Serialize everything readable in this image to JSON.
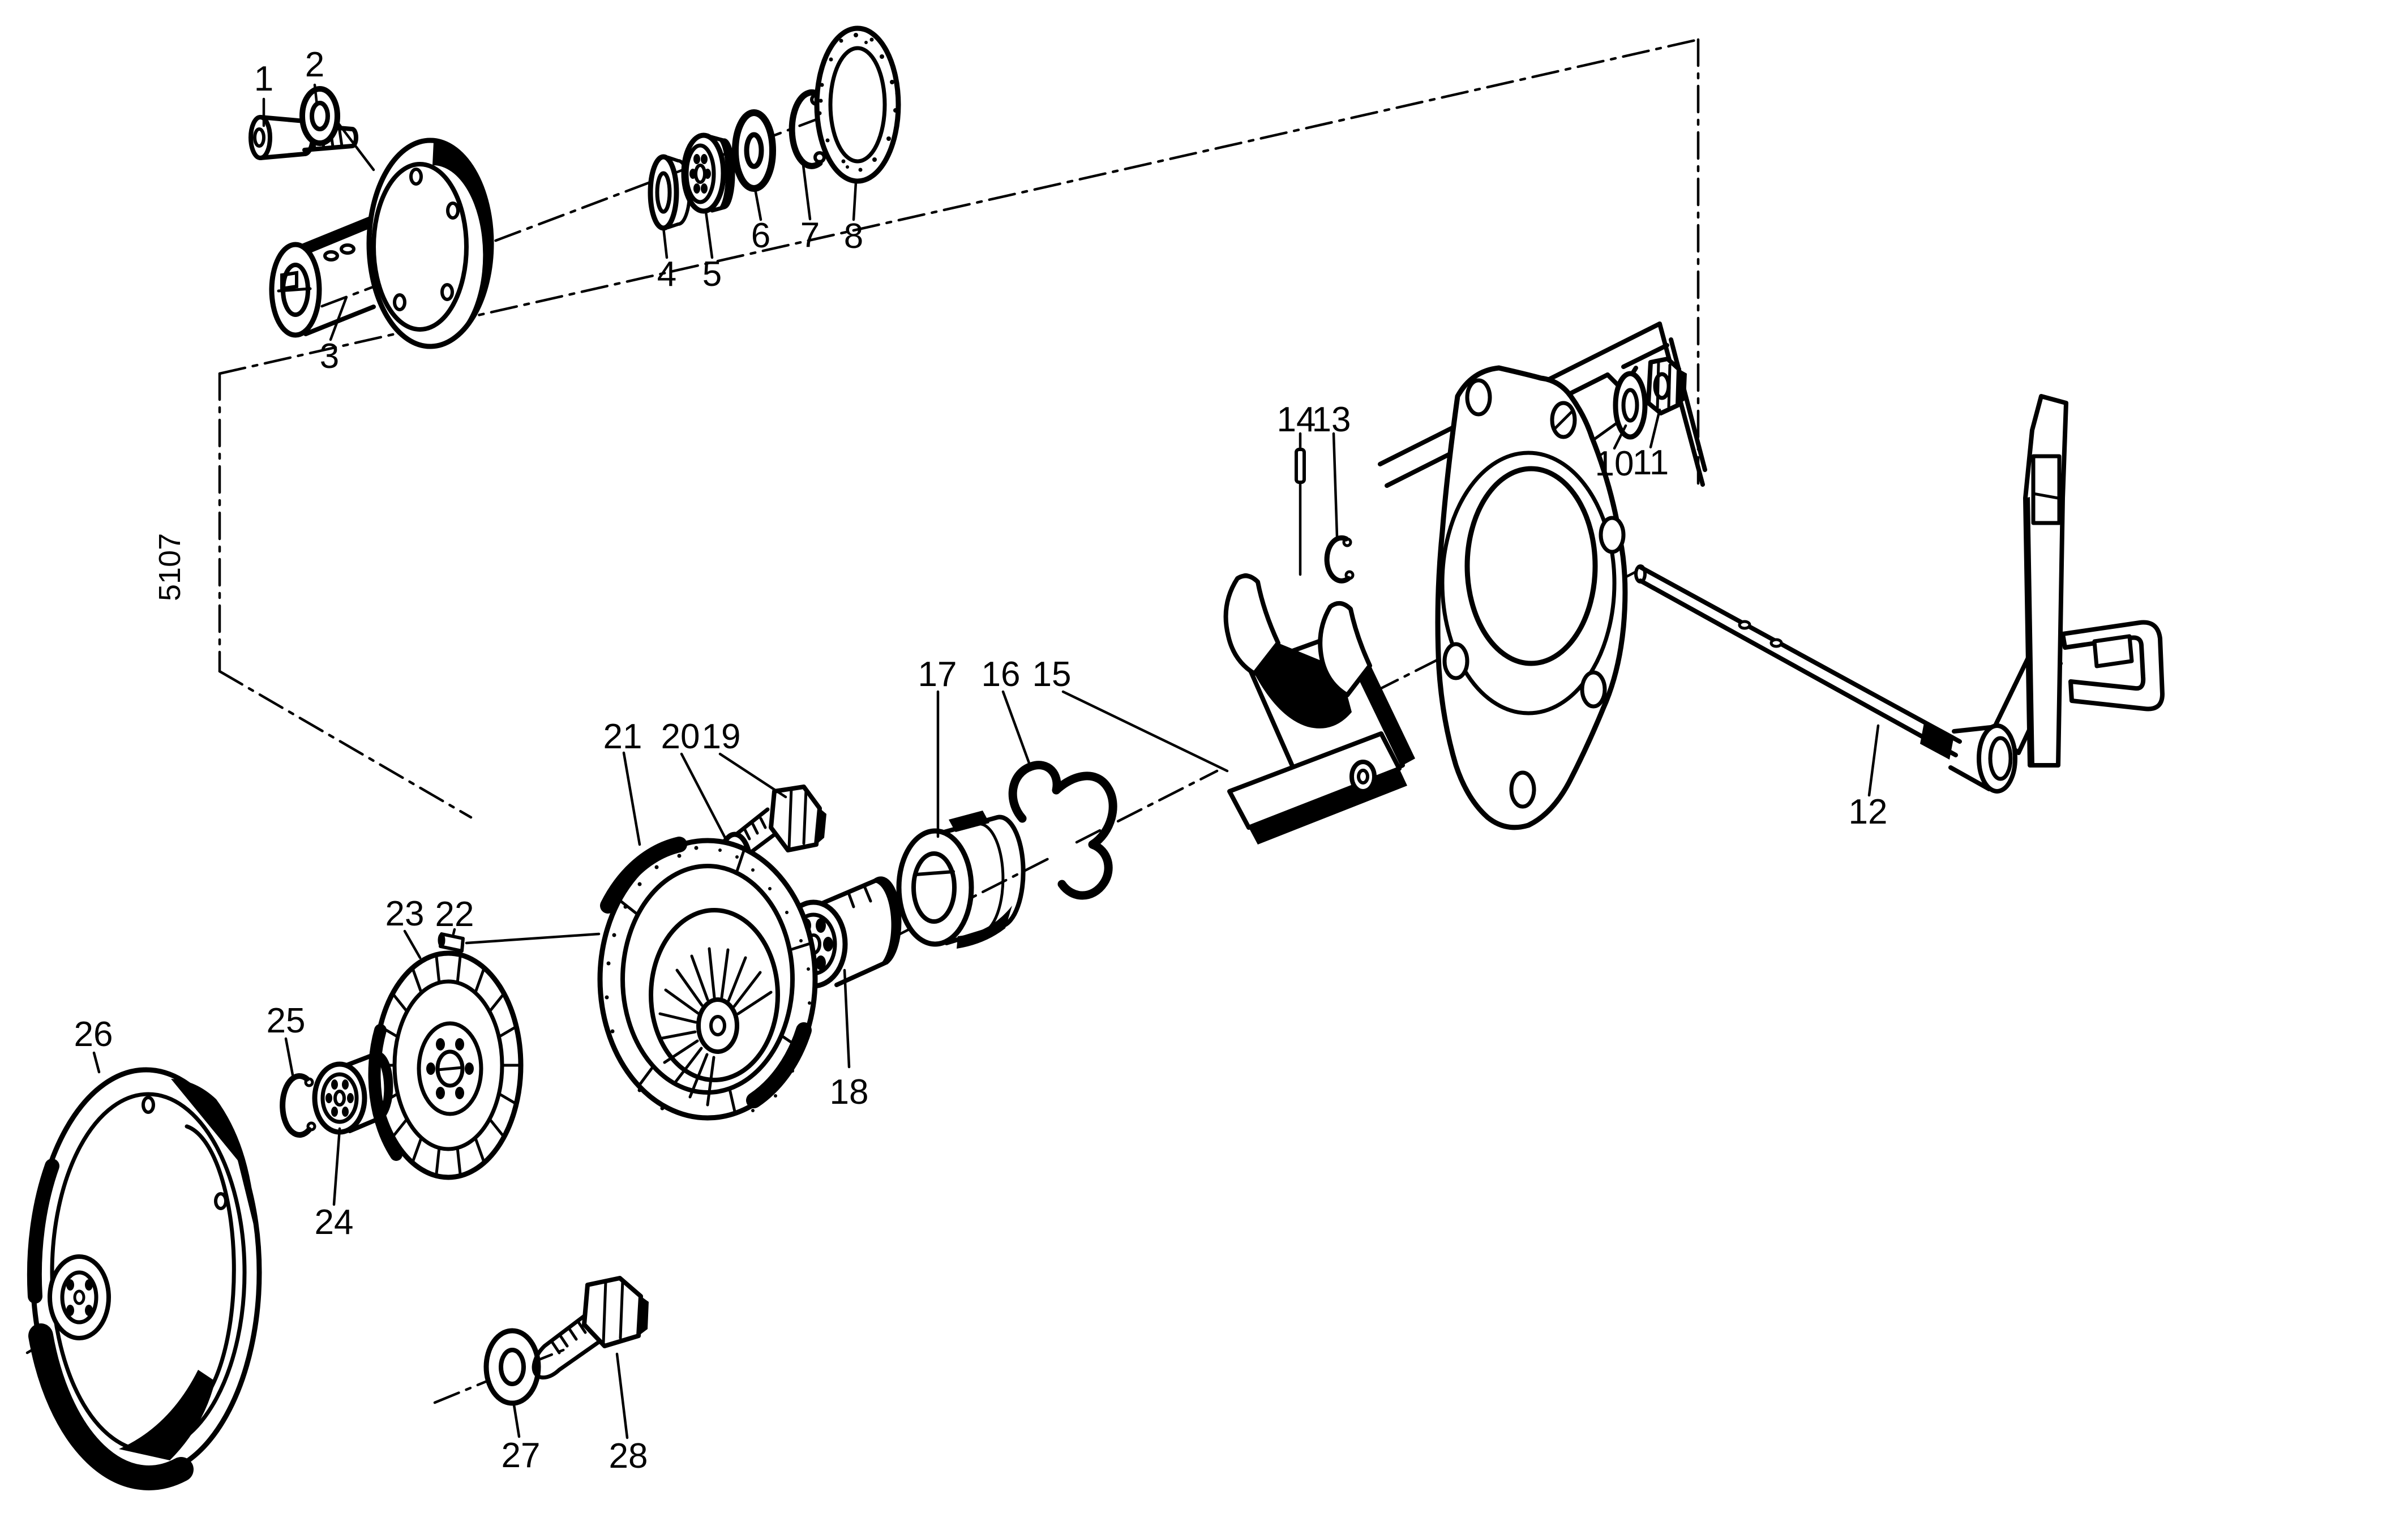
{
  "diagram": {
    "drawing_number": "5107",
    "colors": {
      "background": "#ffffff",
      "ink": "#000000"
    },
    "callouts": [
      "1",
      "2",
      "3",
      "4",
      "5",
      "6",
      "7",
      "8",
      "10",
      "11",
      "12",
      "13",
      "14",
      "15",
      "16",
      "17",
      "18",
      "19",
      "20",
      "21",
      "22",
      "23",
      "24",
      "25",
      "26",
      "27",
      "28"
    ]
  }
}
